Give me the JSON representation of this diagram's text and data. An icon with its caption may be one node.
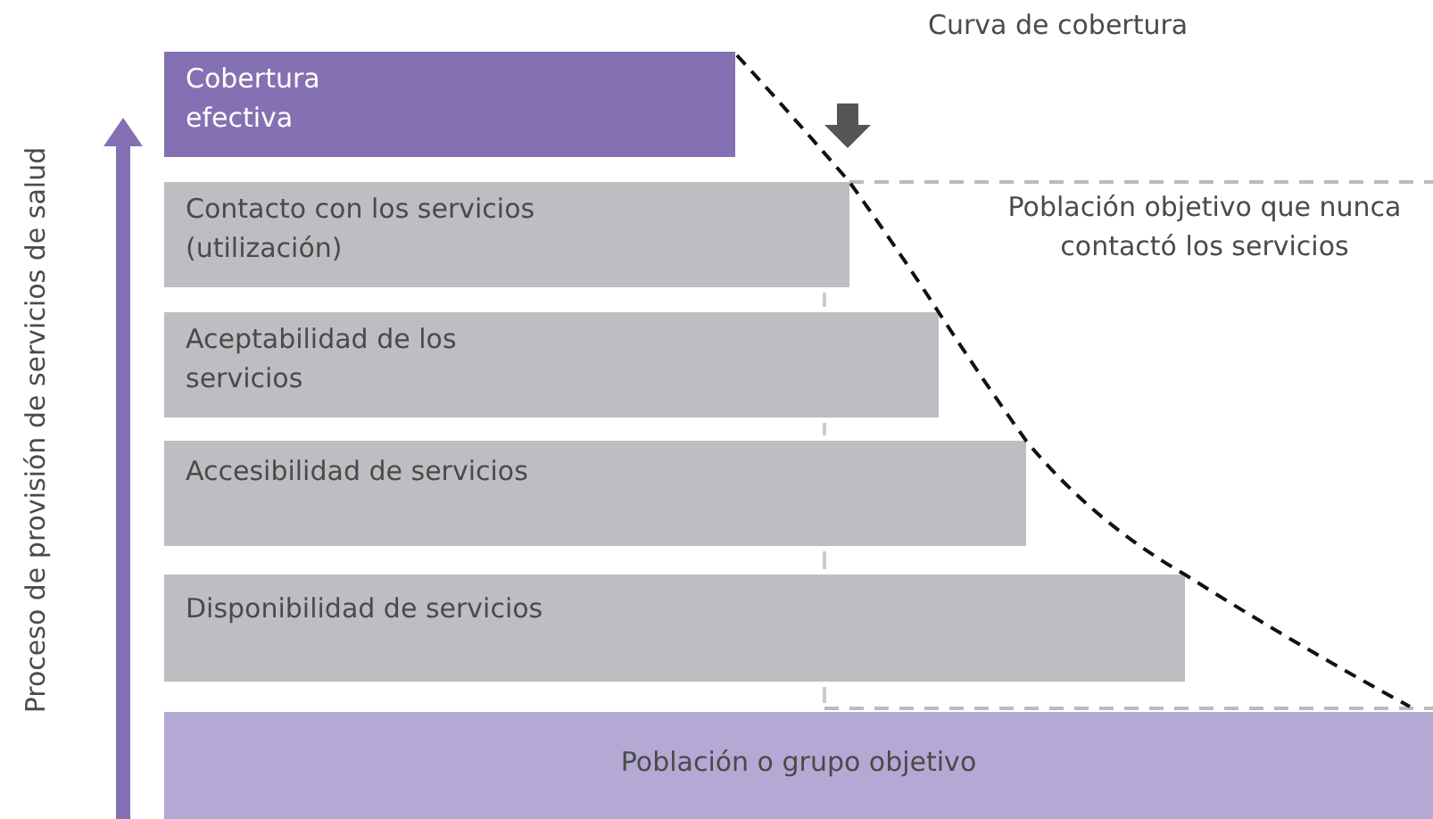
{
  "diagram": {
    "nodes": [
      {
        "text": [
          "Cobertura efectiva"
        ]
      },
      {
        "text": [
          "Contacto con los servicios (utilización)"
        ]
      },
      {
        "text": [
          "Aceptabilidad de los servicios"
        ]
      },
      {
        "text": [
          "Accesibilidad de servicios"
        ]
      },
      {
        "text": [
          "Disponibilidad de servicios"
        ]
      },
      {
        "text": [
          "Población o grupo objetivo"
        ]
      }
    ],
    "labels": [
      "Curva de cobertura",
      "Población objetivo que nunca contactó los servicios",
      "Proceso de provisión de servicios de salud"
    ]
  }
}
